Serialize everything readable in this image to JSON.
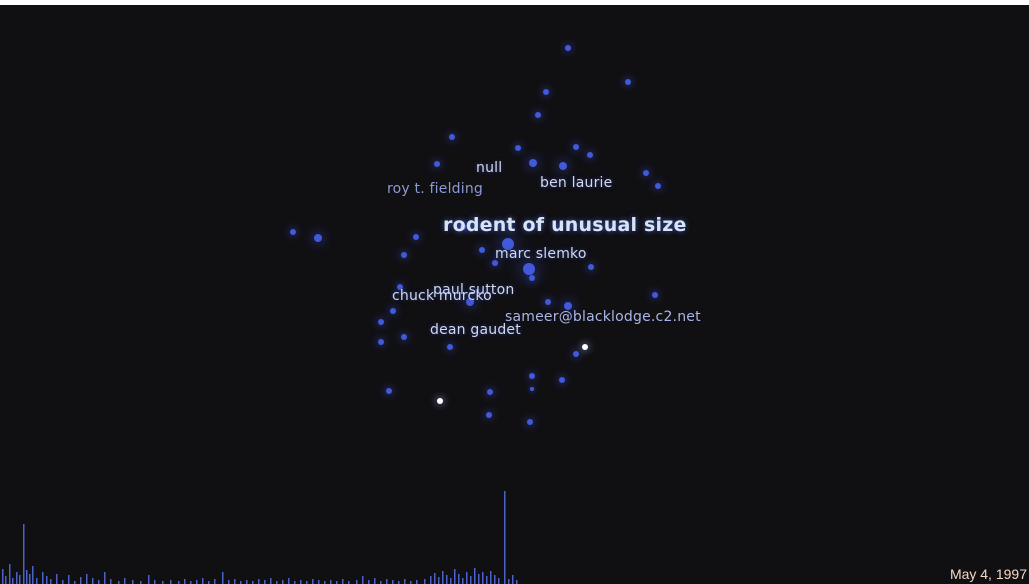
{
  "visualization": {
    "labels": {
      "main": "rodent of unusual size",
      "null_label": "null",
      "roy": "roy t. fielding",
      "ben": "ben laurie",
      "marc": "marc slemko",
      "paul": "paul sutton",
      "chuck": "chuck murcko",
      "sameer": "sameer@blacklodge.c2.net",
      "dean": "dean gaudet"
    },
    "accent_color": "#4a66ff",
    "histogram_color": "#4c62c8",
    "date": "May 4, 1997"
  }
}
